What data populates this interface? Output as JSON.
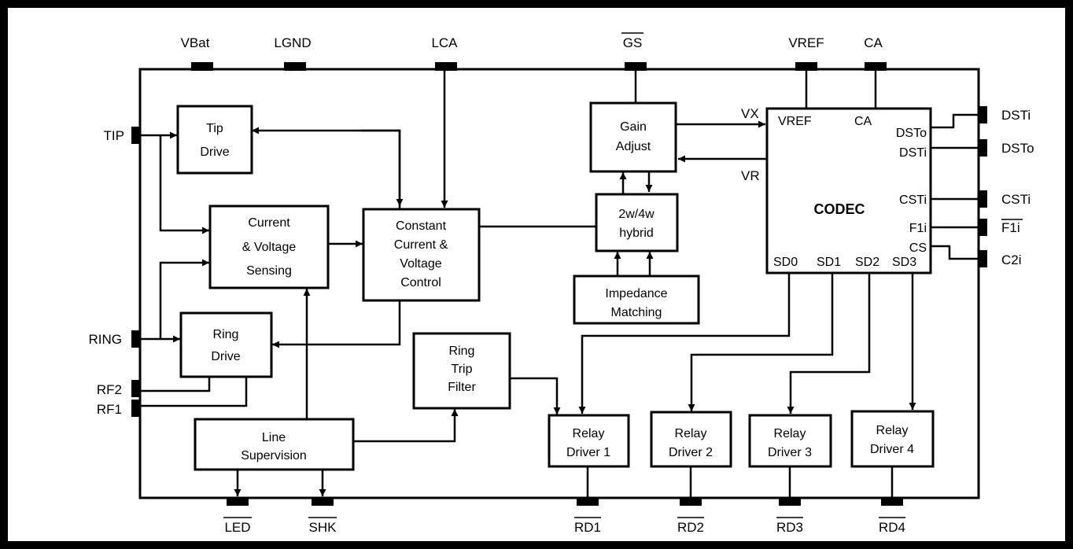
{
  "pins": {
    "top": {
      "vbat": "VBat",
      "lgnd": "LGND",
      "lca": "LCA",
      "gs": "GS",
      "vref": "VREF",
      "ca": "CA"
    },
    "left": {
      "tip": "TIP",
      "ring": "RING",
      "rf2": "RF2",
      "rf1": "RF1"
    },
    "right": {
      "dsti": "DSTi",
      "dsto": "DSTo",
      "csti": "CSTi",
      "f1i": "F1i",
      "c2i": "C2i"
    },
    "bottom": {
      "led": "LED",
      "shk": "SHK",
      "rd1": "RD1",
      "rd2": "RD2",
      "rd3": "RD3",
      "rd4": "RD4"
    }
  },
  "blocks": {
    "tip_drive": [
      "Tip",
      "Drive"
    ],
    "sensing": [
      "Current",
      "& Voltage",
      "Sensing"
    ],
    "ccvc": [
      "Constant",
      "Current &",
      "Voltage",
      "Control"
    ],
    "ring_drive": [
      "Ring",
      "Drive"
    ],
    "line_supervision": [
      "Line",
      "Supervision"
    ],
    "ring_trip": [
      "Ring",
      "Trip",
      "Filter"
    ],
    "gain": [
      "Gain",
      "Adjust"
    ],
    "hybrid": [
      "2w/4w",
      "hybrid"
    ],
    "impedance": [
      "Impedance",
      "Matching"
    ],
    "relay1": [
      "Relay",
      "Driver 1"
    ],
    "relay2": [
      "Relay",
      "Driver 2"
    ],
    "relay3": [
      "Relay",
      "Driver 3"
    ],
    "relay4": [
      "Relay",
      "Driver 4"
    ]
  },
  "codec": {
    "title": "CODEC",
    "vref": "VREF",
    "ca": "CA",
    "dsto": "DSTo",
    "dsti": "DSTi",
    "csti": "CSTi",
    "f1i": "F1i",
    "cs": "CS",
    "sd0": "SD0",
    "sd1": "SD1",
    "sd2": "SD2",
    "sd3": "SD3"
  },
  "signals": {
    "vx": "VX",
    "vr": "VR"
  }
}
